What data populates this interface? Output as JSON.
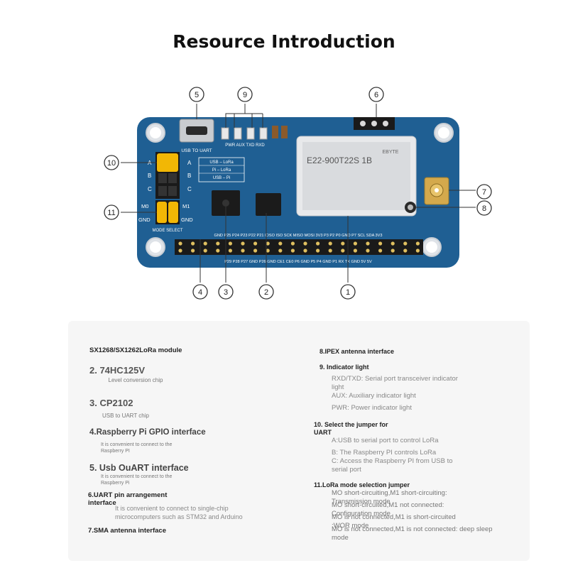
{
  "page": {
    "title": "Resource Introduction"
  },
  "board": {
    "callouts": [
      "5",
      "9",
      "6",
      "10",
      "11",
      "7",
      "8",
      "4",
      "3",
      "2",
      "1"
    ],
    "silkscreen": {
      "usb_to_uart": "USB TO UART",
      "led_labels": "PWR AUX TXD RXD",
      "jumper_labels": [
        "A",
        "B",
        "C"
      ],
      "mode_labels": [
        "M0",
        "GND"
      ],
      "mode_select": "MODE SELECT",
      "mode_right": [
        "M1",
        "GND"
      ],
      "table_rows": [
        "USB – LoRa",
        "Pi – LoRa",
        "USB – Pi"
      ],
      "module_name": "E22-900T22S 1B",
      "module_brand": "EBYTE",
      "pin_top": "GND P25 P24 P23 P22 P21 IOSO ISO SCK MISO MOSI 3V3 P3 P2 P0 GND P7 SCL SDA 3V3",
      "pin_bottom": "P29 P28 P27 GND P26 GND CE1 CE0 P6 GND P5 P4 GND P1 RX TX GND 5V 5V"
    },
    "colors": {
      "pcb": "#1f5f93",
      "pcb_dark": "#174f7d",
      "jumper": "#f2b705",
      "header": "#1a1a1a"
    }
  },
  "panel": {
    "left": [
      {
        "heading": "SX1268/SX1262LoRa module",
        "desc": ""
      },
      {
        "heading": "2. 74HC125V",
        "desc": "Level conversion chip"
      },
      {
        "heading": "3. CP2102",
        "desc": "USB to UART chip"
      },
      {
        "heading": "4.Raspberry Pi GPIO interface",
        "desc": "It is convenient to connect to the Raspberry PI"
      },
      {
        "heading": "5. Usb OuART interface",
        "desc": "It is convenient to connect to the Raspberry Pi"
      },
      {
        "heading": "6.UART pin arrangement interface",
        "desc": "It is convenient to connect to single-chip microcomputers such as STM32 and Arduino"
      },
      {
        "heading": "7.SMA antenna interface",
        "desc": ""
      }
    ],
    "right": [
      {
        "heading": "8.IPEX antenna interface",
        "lines": []
      },
      {
        "heading": "9. Indicator light",
        "lines": [
          "RXD/TXD: Serial port transceiver indicator light",
          "AUX: Auxiliary indicator light",
          "PWR: Power indicator light"
        ]
      },
      {
        "heading": "10. Select the jumper for UART",
        "lines": [
          "A:USB to serial port to control LoRa",
          "B: The Raspberry PI controls LoRa",
          "C: Access the Raspberry PI from USB to serial port"
        ]
      },
      {
        "heading": "11.LoRa mode selection jumper",
        "lines": [
          "MO short-circuiting,M1 short-circuiting: Transmission mode",
          "MO short-circuited,M1 not connected: Configuration mode",
          "MO is not connected,M1 is short-circuited :WOR mode",
          "MO is not connected,M1 is not connected: deep sleep mode"
        ]
      }
    ]
  }
}
